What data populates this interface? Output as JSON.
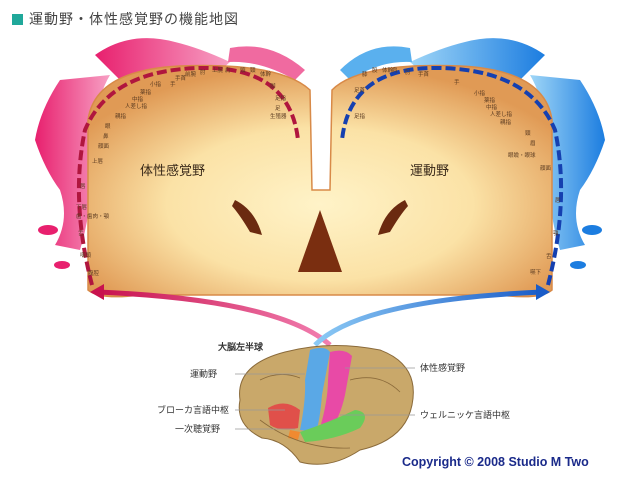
{
  "title": "運動野・体性感覚野の機能地図",
  "sensory_label": "体性感覚野",
  "motor_label": "運動野",
  "hemisphere_label": "大脳左半球",
  "brain_labels": {
    "motor": "運動野",
    "broca": "ブローカ言語中枢",
    "auditory": "一次聴覚野",
    "sensory": "体性感覚野",
    "wernicke": "ウェルニッケ言語中枢"
  },
  "sensory_parts": [
    "生殖器",
    "足指",
    "足",
    "脚",
    "体幹",
    "頸",
    "頭",
    "肩",
    "上腕",
    "肘",
    "前腕",
    "手首",
    "手",
    "小指",
    "薬指",
    "中指",
    "人差し指",
    "親指",
    "眼",
    "鼻",
    "顔面",
    "上唇",
    "唇",
    "下唇",
    "歯・歯肉・顎",
    "舌",
    "咽頭",
    "腹腔"
  ],
  "motor_parts": [
    "足指",
    "足首",
    "膝",
    "股",
    "体幹",
    "肩",
    "肘",
    "手首",
    "手",
    "小指",
    "薬指",
    "中指",
    "人差し指",
    "親指",
    "頸",
    "眉",
    "眼瞼・眼球",
    "顔面",
    "唇",
    "顎",
    "舌",
    "嚥下"
  ],
  "copyright": "Copyright © 2008  Studio M Two",
  "colors": {
    "sensory": "#e0357a",
    "motor": "#2a7ad8",
    "accent": "#20a89a"
  }
}
